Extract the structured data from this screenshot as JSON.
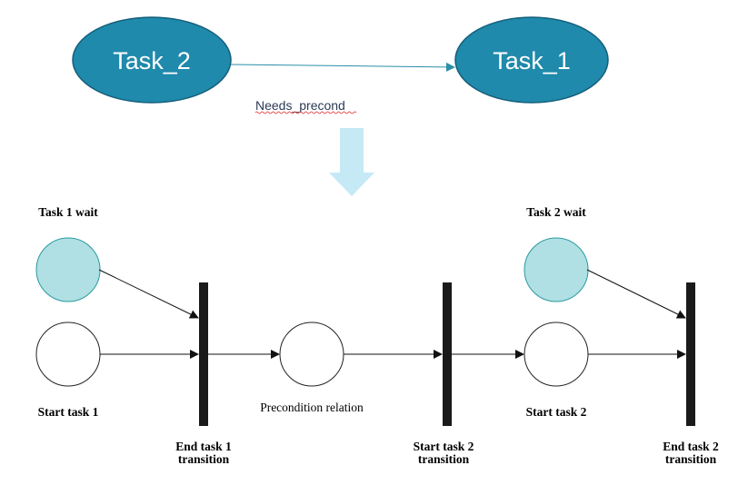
{
  "colors": {
    "task_node_fill": "#1f8aab",
    "task_node_stroke": "#145e7a",
    "place_filled": "#b0e0e3",
    "place_filled_stroke": "#2a9aa0",
    "transition_bar": "#1a1a1a",
    "big_arrow": "#c5e9f5",
    "edge_top": "#2a8fa8"
  },
  "top_graph": {
    "task2_label": "Task_2",
    "task1_label": "Task_1",
    "edge_label": "Needs_precond"
  },
  "petri_net": {
    "task1_wait_label": "Task 1 wait",
    "start_task1_label": "Start task 1",
    "end_task1_transition_line1": "End task 1",
    "end_task1_transition_line2": "transition",
    "precondition_label": "Precondition relation",
    "start_task2_transition_line1": "Start task 2",
    "start_task2_transition_line2": "transition",
    "task2_wait_label": "Task 2 wait",
    "start_task2_label": "Start task 2",
    "end_task2_transition_line1": "End task 2",
    "end_task2_transition_line2": "transition"
  }
}
